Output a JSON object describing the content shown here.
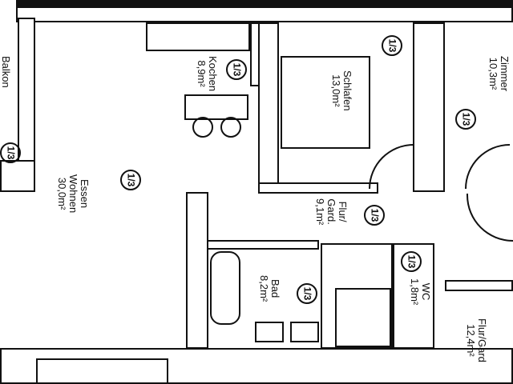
{
  "rooms": {
    "wohnen": {
      "name1": "Essen",
      "name2": "Wohnen",
      "area": "30,0m²"
    },
    "kochen": {
      "name": "Kochen",
      "area": "8,9m²"
    },
    "schlafen": {
      "name": "Schlafen",
      "area": "13,0m²"
    },
    "zimmer": {
      "name": "Zimmer",
      "area": "10,3m²"
    },
    "flur1": {
      "name1": "Flur/",
      "name2": "Gard.",
      "area": "9,1m²"
    },
    "bad": {
      "name": "Bad",
      "area": "8,2m²"
    },
    "wc": {
      "name": "WC",
      "area": "1,8m²"
    },
    "flur2": {
      "name": "Flur/Gard",
      "area": "12,4m²"
    },
    "balkon": {
      "name": "Balkon"
    }
  },
  "marker": "1/3"
}
